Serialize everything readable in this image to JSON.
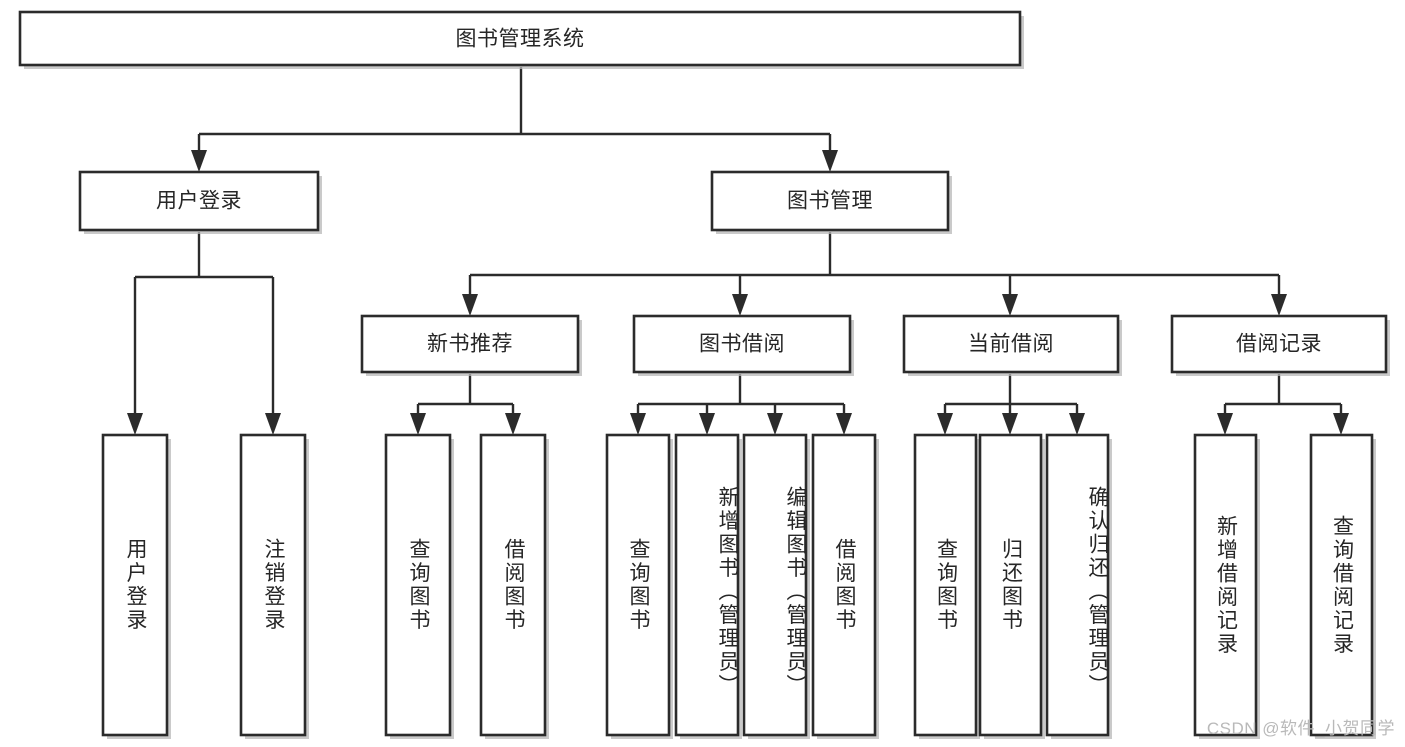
{
  "diagram": {
    "title": "图书管理系统",
    "type": "tree",
    "orientation": "top-down",
    "watermark": "CSDN @软件_小贺同学",
    "colors": {
      "background": "#ffffff",
      "node_fill": "#ffffff",
      "node_stroke": "#2b2b2b",
      "text": "#262626",
      "shadow": "#b8b8b8",
      "watermark": "#b9b9b9"
    },
    "root": {
      "label": "图书管理系统",
      "level": 0
    },
    "level1": [
      {
        "label": "用户登录"
      },
      {
        "label": "图书管理"
      }
    ],
    "level2": [
      {
        "label": "新书推荐"
      },
      {
        "label": "图书借阅"
      },
      {
        "label": "当前借阅"
      },
      {
        "label": "借阅记录"
      }
    ],
    "leaves": {
      "user_login": [
        {
          "label": "用户登录"
        },
        {
          "label": "注销登录"
        }
      ],
      "new_book_recommend": [
        {
          "label": "查询图书"
        },
        {
          "label": "借阅图书"
        }
      ],
      "book_borrow": [
        {
          "label": "查询图书"
        },
        {
          "label": "新增图书（管理员）"
        },
        {
          "label": "编辑图书（管理员）"
        },
        {
          "label": "借阅图书"
        }
      ],
      "current_borrow": [
        {
          "label": "查询图书"
        },
        {
          "label": "归还图书"
        },
        {
          "label": "确认归还（管理员）"
        }
      ],
      "borrow_record": [
        {
          "label": "新增借阅记录"
        },
        {
          "label": "查询借阅记录"
        }
      ]
    }
  }
}
